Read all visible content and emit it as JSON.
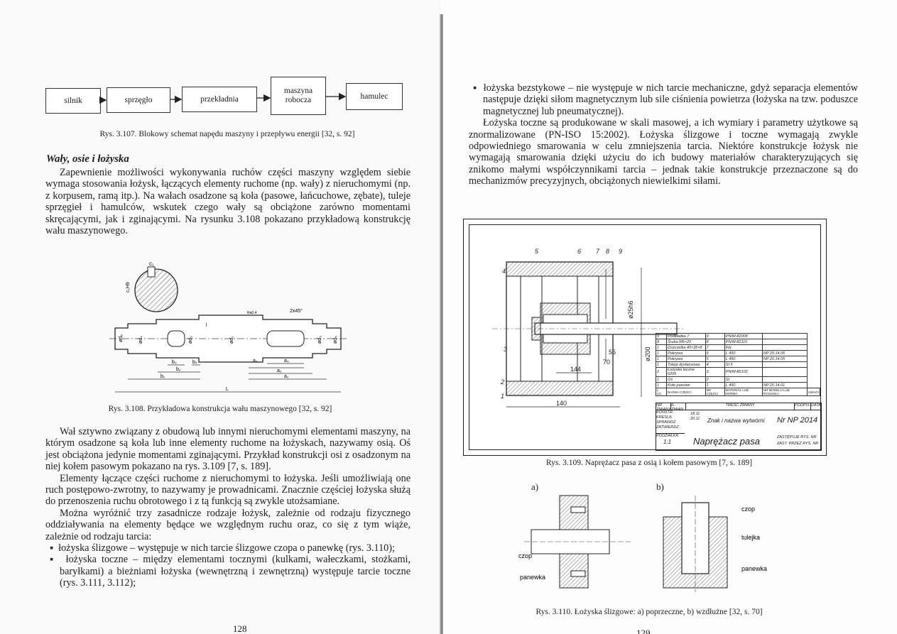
{
  "left_page": {
    "diagram_1": {
      "blocks": [
        "silnik",
        "sprzęgło",
        "przekładnia",
        "maszyna robocza",
        "hamulec"
      ],
      "caption": "Rys. 3.107. Blokowy schemat napędu maszyny i przepływu energii [32, s. 92]"
    },
    "section_heading": "Wały, osie i łożyska",
    "paragraph_1": "Zapewnienie możliwości wykonywania ruchów części maszyny względem siebie wymaga stosowania łożysk, łączących elementy ruchome (np. wały) z nieruchomymi (np. z korpusem, ramą itp.). Na wałach osadzone są koła (pasowe, łańcuchowe, zębate), tuleje sprzęgieł i hamulców, wskutek czego wały są obciążone zarówno momentami skręcającymi, jak i zginającymi. Na rysunku 3.108 pokazano przykładową konstrukcję wału maszynowego.",
    "shaft_figure": {
      "labels": [
        "c₁",
        "c₁H9",
        "2x45°",
        "Ra0.4",
        "l",
        "ød₆",
        "ød₄",
        "ød₂",
        "ød₁",
        "ød₃",
        "ød₅",
        "b₃",
        "b₄",
        "b₂",
        "b₁",
        "a₄",
        "a₃",
        "a₂",
        "a₁",
        "L"
      ],
      "caption": "Rys. 3.108. Przykładowa konstrukcja wału maszynowego [32, s. 92]"
    },
    "paragraph_2": "Wał sztywno związany z obudową lub innymi nieruchomymi elementami maszyny, na którym osadzone są koła lub inne elementy ruchome na łożyskach, nazywamy osią. Oś jest obciążona jedynie momentami zginającymi. Przykład konstrukcji osi z osadzonym na niej kołem pasowym pokazano na rys. 3.109 [7, s. 189].",
    "paragraph_3": "Elementy łączące części ruchome z nieruchomymi to łożyska. Jeśli umożliwiają one ruch postępowo-zwrotny, to nazywamy je prowadnicami. Znacznie częściej łożyska służą do przenoszenia ruchu obrotowego i z tą funkcją są zwykle utożsamiane.",
    "paragraph_4": "Można wyróżnić trzy zasadnicze rodzaje łożysk, zależnie od rodzaju fizycznego oddziaływania na elementy będące we względnym ruchu oraz, co się z tym wiąże, zależnie od rodzaju tarcia:",
    "bullets": [
      "łożyska ślizgowe – występuje w nich tarcie ślizgowe czopa o panewkę (rys. 3.110);",
      "łożyska toczne – między elementami tocznymi (kulkami, wałeczkami, stożkami, baryłkami) a bieżniami łożyska (wewnętrzną i zewnętrzną) występuje tarcie toczne (rys. 3.111, 3.112);"
    ],
    "page_number": "128"
  },
  "right_page": {
    "bullet": "łożyska bezstykowe – nie występuje w nich tarcie mechaniczne, gdyż separacja elementów następuje dzięki siłom magnetycznym lub sile ciśnienia powietrza (łożyska na tzw. poduszce magnetycznej lub pneumatycznej).",
    "paragraph_1": "Łożyska toczne są produkowane w skali masowej, a ich wymiary i parametry użytkowe są znormalizowane (PN-ISO 15:2002). Łożyska ślizgowe i toczne wymagają zwykle odpowiedniego smarowania w celu zmniejszenia tarcia. Niektóre konstrukcje łożysk nie wymagają smarowania dzięki użyciu do ich budowy materiałów charakteryzujących się znikomo małymi współczynnikami tarcia – jednak takie konstrukcje przeznaczone są do mechanizmów precyzyjnych, obciążonych niewielkimi siłami.",
    "drawing_109": {
      "leaders": [
        "5",
        "6",
        "7",
        "8",
        "9",
        "4",
        "3",
        "2",
        "1"
      ],
      "dims": [
        "55",
        "70",
        "144",
        "140",
        "ø25h6",
        "ø200"
      ],
      "parts_list": [
        [
          "9",
          "Podkładka 7",
          "9",
          "PN/M-82008",
          ""
        ],
        [
          "8",
          "Śruba M6×20",
          "8",
          "PN/M-82110",
          ""
        ],
        [
          "1",
          "Oszczelka 40×35×8",
          "7",
          "Filc",
          ""
        ],
        [
          "1",
          "Pokrywa",
          "6",
          "L 450",
          "NP 20.14.06"
        ],
        [
          "1",
          "Pokrywa",
          "5",
          "L 450",
          "NP 20.14.05"
        ],
        [
          "1",
          "Tuleja dystansowa",
          "4",
          "St 5",
          ""
        ],
        [
          "2",
          "Łożysko toczne 6205",
          "3",
          "PN/M-86102",
          ""
        ],
        [
          "1",
          "Oś",
          "2",
          "St",
          ""
        ],
        [
          "1",
          "Koło pasowe",
          "1",
          "L 450",
          "NP 20.14.01"
        ]
      ],
      "parts_header": [
        "L. szt.",
        "NAZWA CZĘŚCI",
        "NR CZĘŚCI",
        "MATERIAŁ LUB NORMA",
        "NR MODELU LUB RYSUNKU",
        "UWAGI"
      ],
      "title_block": {
        "rev_header": [
          "NR ZMIANY",
          "IL. ZMIAN",
          "TREŚĆ ZMIANY",
          "PODPIS",
          "DATA"
        ],
        "roles": [
          "KONSTR.",
          "KRESLIŁ",
          "SPRAWDZ.",
          "ZATWIERDZ."
        ],
        "dates": [
          "18.11",
          "20.11"
        ],
        "company": "Znak i nazwa wytwórni",
        "drawing_no": "Nr NP 2014",
        "scale_label": "PODZIAŁKA",
        "scale": "1:1",
        "title": "Naprężacz pasa",
        "replaces": "ZASTĘPUJE RYS. NR",
        "replaced_by": "ZAST. PRZEZ RYS. NR"
      },
      "caption": "Rys. 3.109. Naprężacz pasa z osią i kołem pasowym [7, s. 189]"
    },
    "figure_110": {
      "label_a": "a)",
      "label_b": "b)",
      "a_labels": [
        "czop",
        "panewka"
      ],
      "b_labels": [
        "czop",
        "tulejka",
        "panewka"
      ],
      "caption": "Rys. 3.110. Łożyska ślizgowe: a) poprzeczne, b) wzdłużne [32, s. 70]"
    },
    "page_number": "129"
  }
}
